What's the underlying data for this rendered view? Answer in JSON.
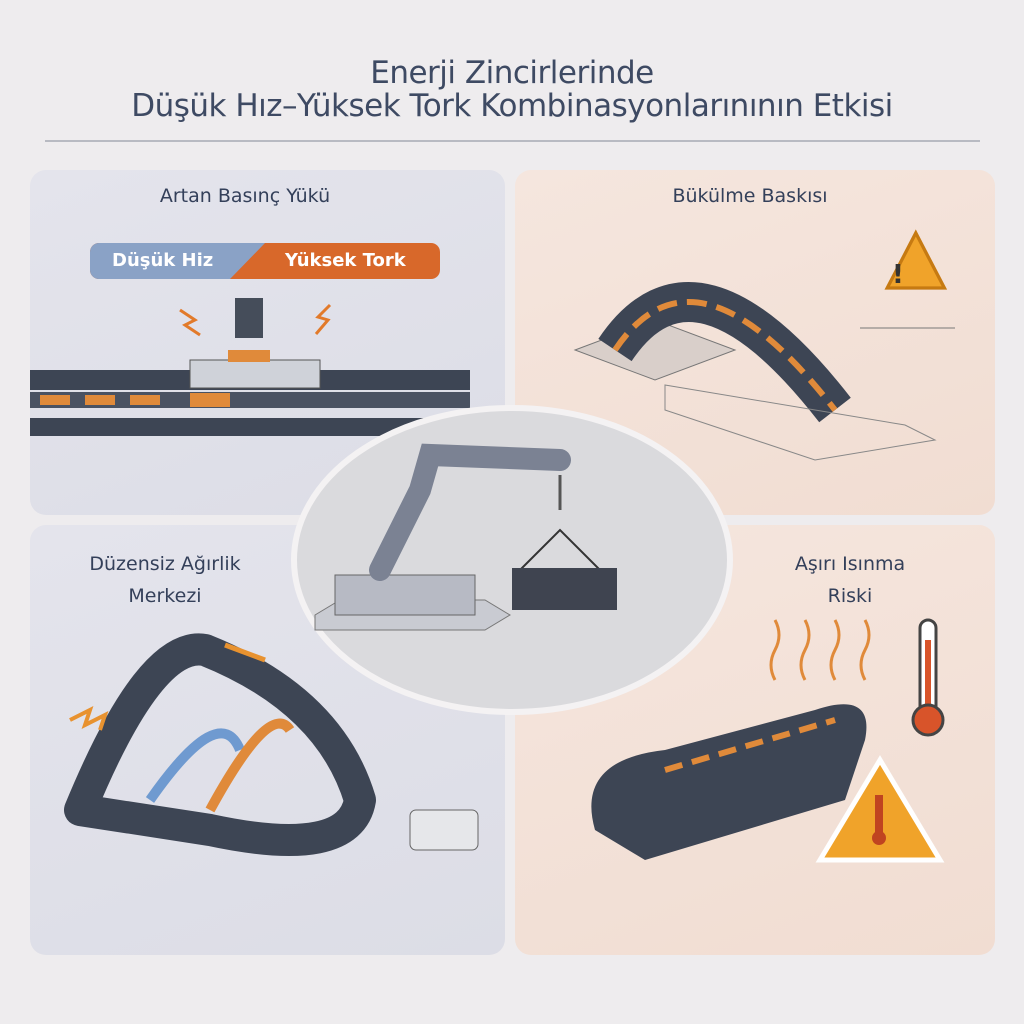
{
  "title": {
    "line1": "Enerji Zincirlerinde",
    "line2": "Düşük Hız–Yüksek Tork Kombinasyonlarınının Etkisi"
  },
  "panels": {
    "top_left": {
      "title": "Artan Basınç Yükü",
      "pill_left": "Düşük Hiz",
      "pill_right": "Yüksek Tork"
    },
    "top_right": {
      "title": "Bükülme Baskısı"
    },
    "bottom_left": {
      "title_line1": "Düzensiz Ağırlik",
      "title_line2": "Merkezi"
    },
    "bottom_right": {
      "title_line1": "Aşırı Isınma",
      "title_line2": "Riski"
    }
  },
  "colors": {
    "accent_orange": "#d8682a",
    "accent_blue": "#8aa2c6",
    "warning": "#f0a32a",
    "chain": "#3d4554"
  }
}
